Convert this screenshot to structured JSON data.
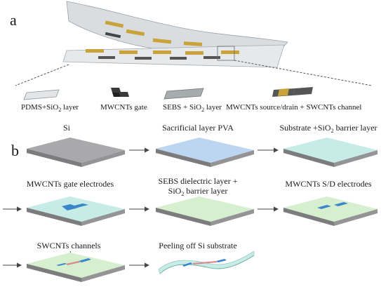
{
  "panels": {
    "a": "a",
    "b": "b"
  },
  "legend": [
    {
      "text": "PDMS+SiO2 layer",
      "base": "PDMS+SiO",
      "sub": "2",
      "tail": " layer"
    },
    {
      "text": "MWCNTs gate",
      "base": "MWCNTs gate",
      "sub": "",
      "tail": ""
    },
    {
      "text": "SEBS + SiO2 layer",
      "base": "SEBS + SiO",
      "sub": "2",
      "tail": " layer"
    },
    {
      "text": "MWCNTs source/drain + SWCNTs channel",
      "base": "MWCNTs source/drain + SWCNTs channel",
      "sub": "",
      "tail": ""
    }
  ],
  "steps": [
    {
      "text": "Si",
      "line1": "Si"
    },
    {
      "text": "Sacrificial layer PVA",
      "line1": "Sacrificial layer PVA"
    },
    {
      "text": "Substrate +SiO2 barrier layer",
      "line1_base": "Substrate +SiO",
      "line1_sub": "2",
      "line1_tail": " barrier layer"
    },
    {
      "text": "MWCNTs gate electrodes",
      "line1": "MWCNTs gate electrodes"
    },
    {
      "text": "SEBS dielectric layer + SiO2 barrier layer",
      "line1": "SEBS dielectric layer +",
      "line2_base": "SiO",
      "line2_sub": "2",
      "line2_tail": " barrier layer"
    },
    {
      "text": "MWCNTs S/D electrodes",
      "line1": "MWCNTs S/D electrodes"
    },
    {
      "text": "SWCNTs channels",
      "line1": "SWCNTs channels"
    },
    {
      "text": "Peeling off Si substrate",
      "line1": "Peeling off Si substrate"
    }
  ],
  "colors": {
    "si": "#a9a9ab",
    "pva": "#bcd6f2",
    "substrate": "#c7ebe6",
    "dielectric": "#d6efce",
    "electrode": "#3a86c8",
    "channel": "#d98a8a",
    "gold": "#c9a23a"
  }
}
